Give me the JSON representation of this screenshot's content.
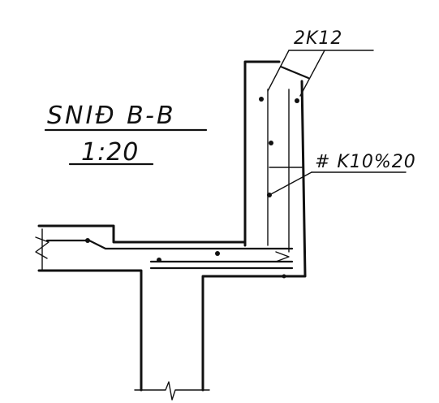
{
  "drawing": {
    "section_title": "SNIĐ B-B",
    "scale": "1:20",
    "rebar_top_label": "2K12",
    "stirrup_label": "# K10%20"
  }
}
